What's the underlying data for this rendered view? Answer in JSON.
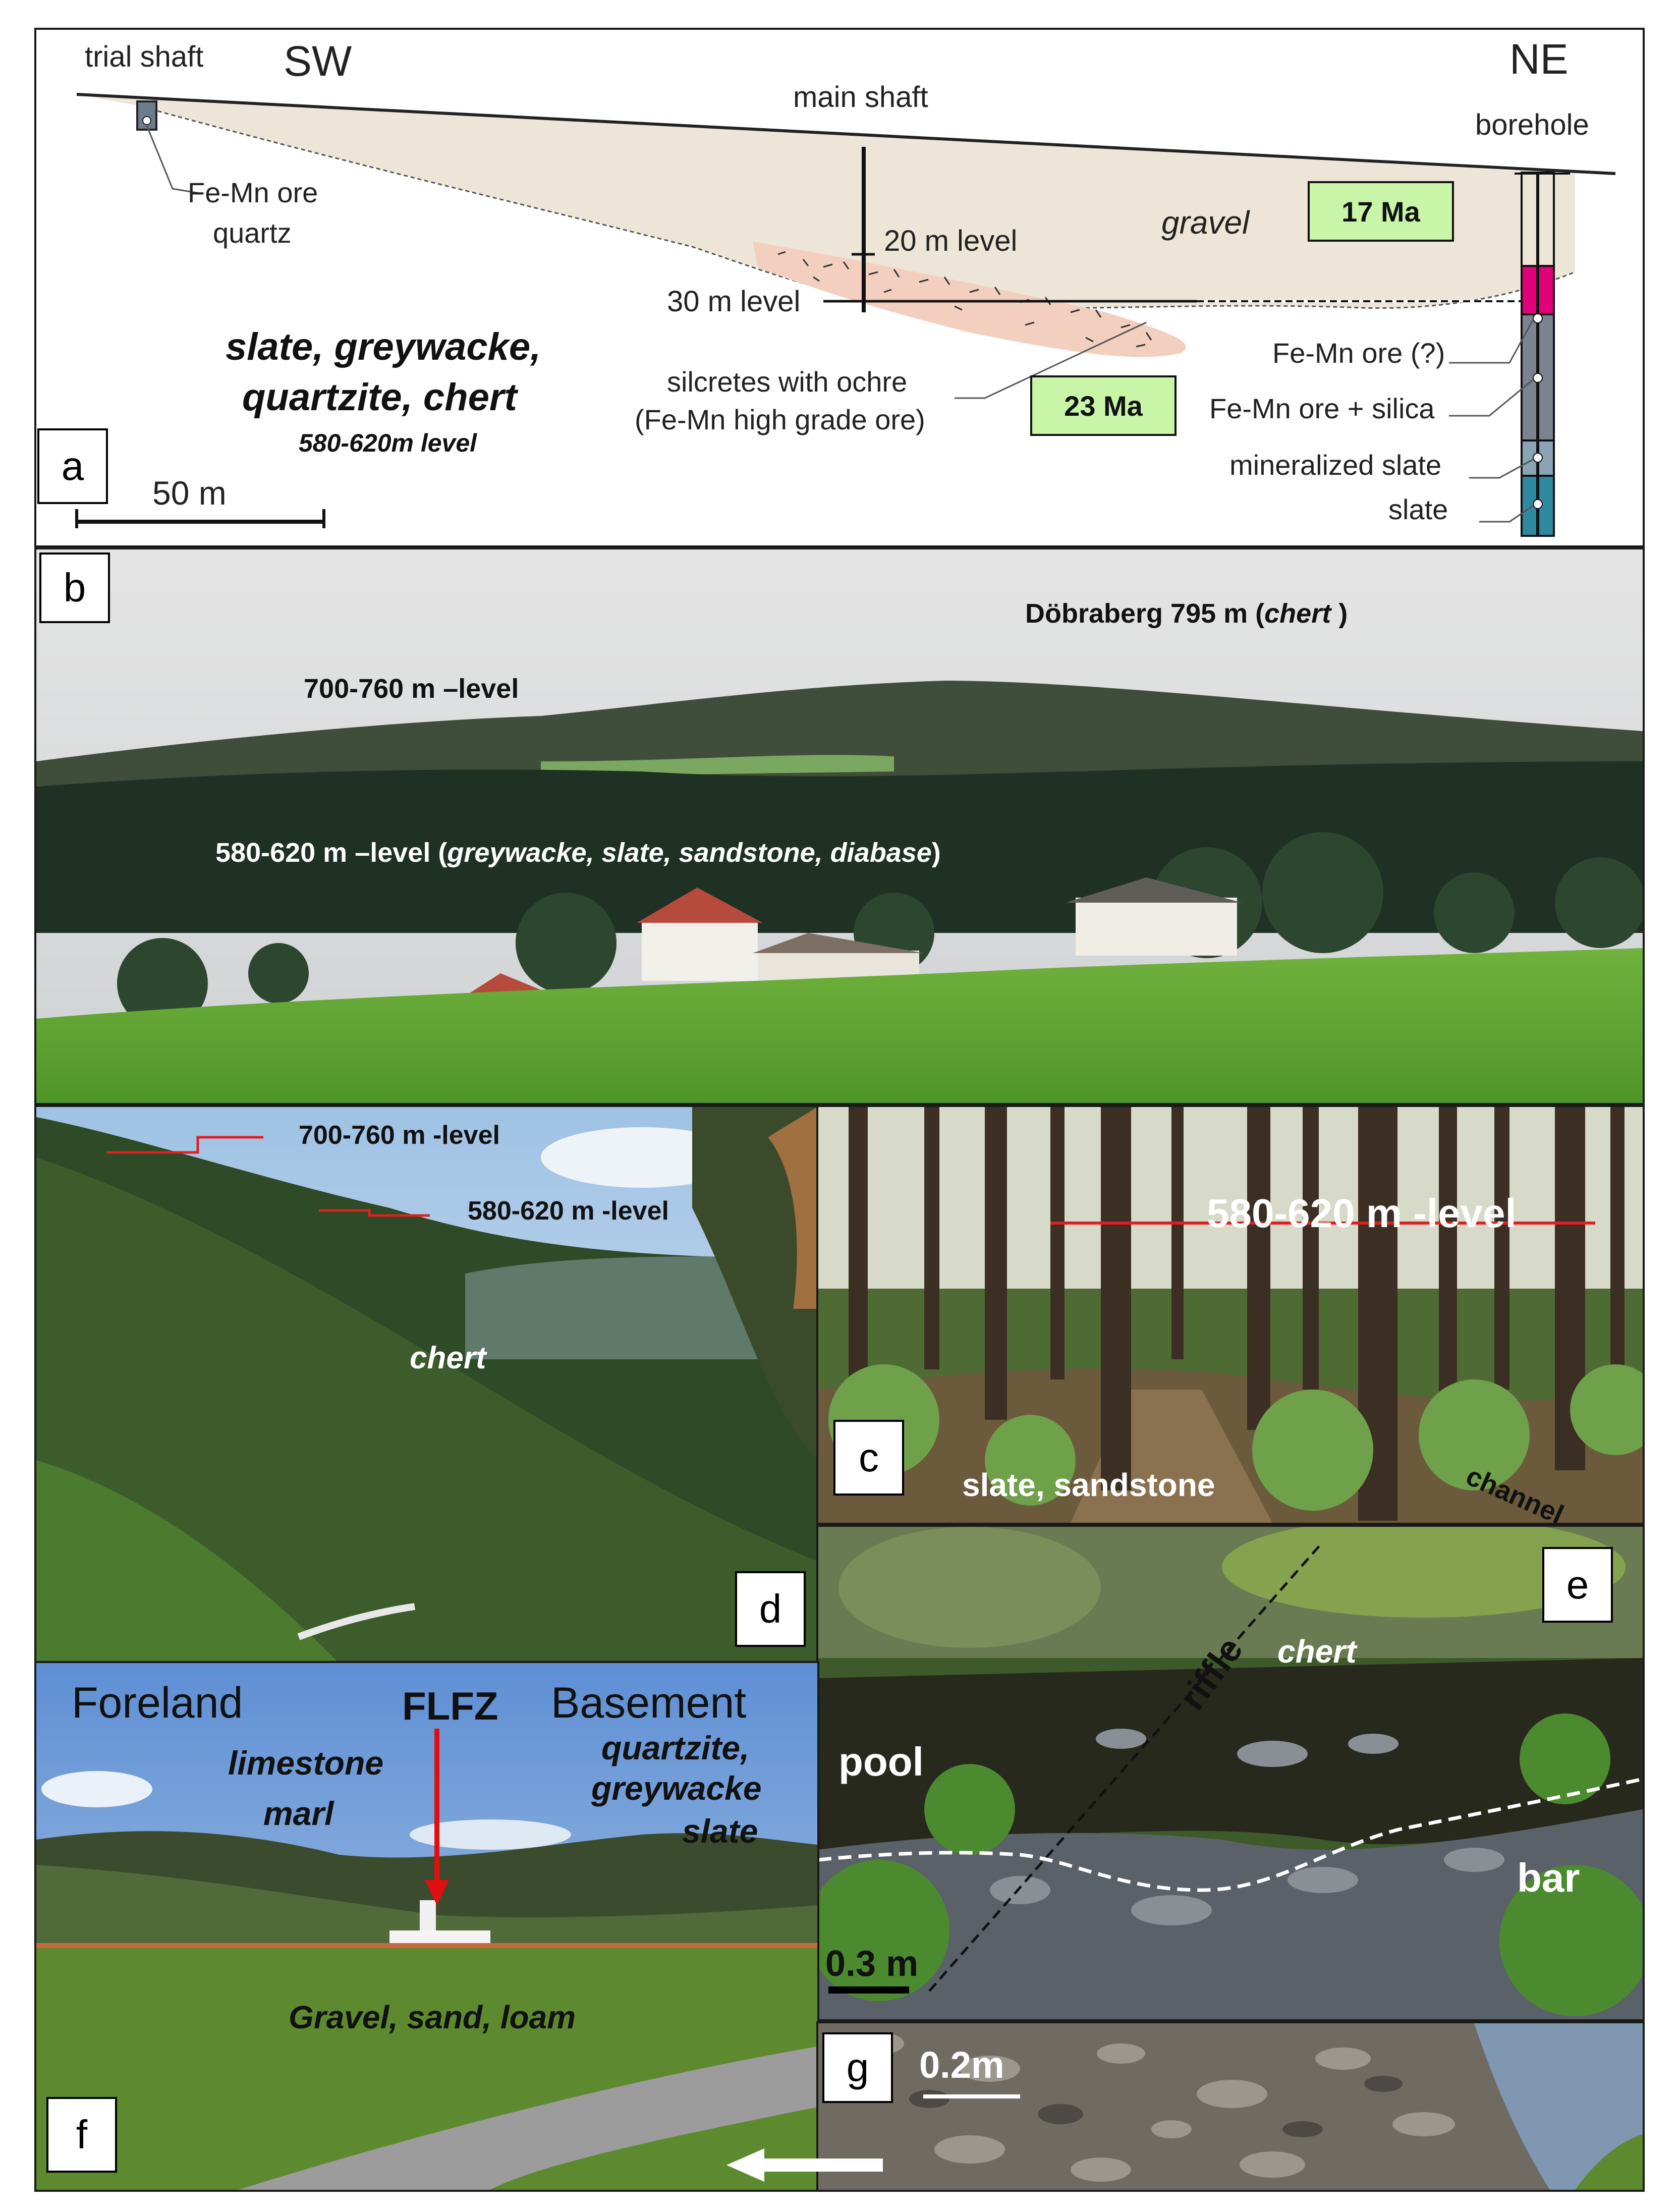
{
  "panel_a": {
    "letter": "a",
    "trial_shaft": "trial shaft",
    "sw": "SW",
    "ne": "NE",
    "main_shaft": "main shaft",
    "borehole": "borehole",
    "fe_mn_ore": "Fe-Mn ore",
    "quartz": "quartz",
    "gravel": "gravel",
    "age_17": "17 Ma",
    "age_23": "23 Ma",
    "level_20": "20 m level",
    "level_30": "30 m level",
    "rock_line1": "slate, greywacke,",
    "rock_line2": "quartzite,  chert",
    "rock_level": "580-620m  level",
    "silcretes_line1": "silcretes with ochre",
    "silcretes_line2": "(Fe-Mn high grade ore)",
    "bh_fe_mn_q": "Fe-Mn ore (?)",
    "bh_fe_mn_silica": "Fe-Mn ore + silica",
    "bh_mineralized": "mineralized slate",
    "bh_slate": "slate",
    "scale": "50 m",
    "colors": {
      "gravel": "#ede6d8",
      "silcrete": "#f3cfc0",
      "age_box": "#c8f5a8",
      "ore_pink": "#e0007a",
      "slate_blue": "#2f8aa0"
    }
  },
  "panel_b": {
    "letter": "b",
    "dobraberg_prefix": "Döbraberg 795  m (",
    "dobraberg_rock": "chert",
    "dobraberg_suffix": " )",
    "level_700": "700-760  m –level",
    "level_580_prefix": "580-620  m –level (",
    "level_580_rocks": "greywacke, slate, sandstone, diabase",
    "level_580_suffix": ")"
  },
  "panel_c": {
    "letter": "c",
    "level": "580-620 m -level",
    "rocks": "slate, sandstone",
    "channel": "channel"
  },
  "panel_d": {
    "letter": "d",
    "level_700": "700-760  m -level",
    "level_580": "580-620  m -level",
    "chert": "chert"
  },
  "panel_e": {
    "letter": "e",
    "riffle": "riffle",
    "chert": "chert",
    "pool": "pool",
    "bar": "bar",
    "scale": "0.3 m"
  },
  "panel_f": {
    "letter": "f",
    "foreland": "Foreland",
    "flfz": "FLFZ",
    "basement": "Basement",
    "foreland_rock1": "limestone",
    "foreland_rock2": "marl",
    "basement_rock1": "quartzite,",
    "basement_rock2": "greywacke",
    "basement_rock3": "slate",
    "ground": "Gravel, sand, loam"
  },
  "panel_g": {
    "letter": "g",
    "scale": "0.2m"
  }
}
